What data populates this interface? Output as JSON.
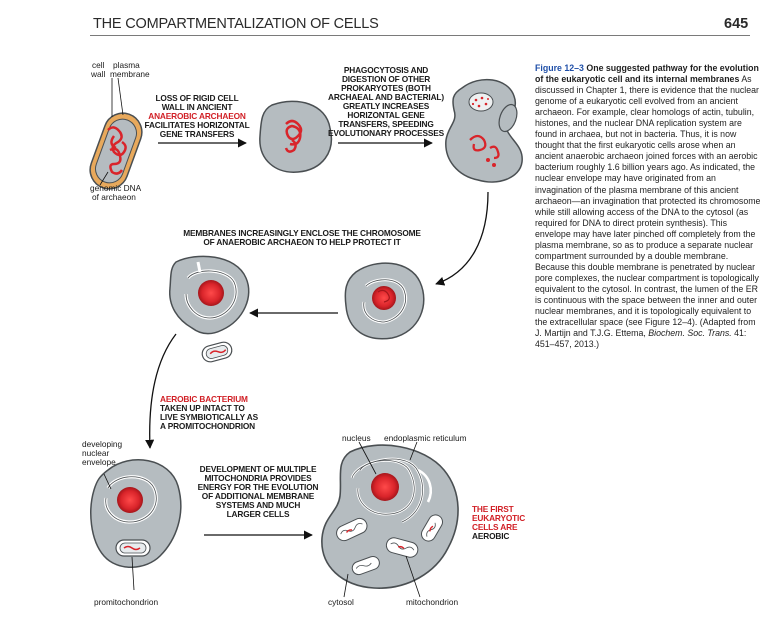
{
  "header": {
    "title": "THE COMPARTMENTALIZATION OF CELLS",
    "page_number": "645"
  },
  "figure": {
    "labels": {
      "cell_wall_1": "cell",
      "cell_wall_2": "wall",
      "plasma_membrane_1": "plasma",
      "plasma_membrane_2": "membrane",
      "genomic_dna_1": "genomic DNA",
      "genomic_dna_2": "of archaeon",
      "developing_1": "developing",
      "developing_2": "nuclear",
      "developing_3": "envelope",
      "nucleus": "nucleus",
      "er": "endoplasmic reticulum",
      "promitochondrion": "promitochondrion",
      "cytosol": "cytosol",
      "mitochondrion": "mitochondrion"
    },
    "captions": {
      "loss": [
        "LOSS OF RIGID CELL",
        "WALL IN ANCIENT",
        "ANAEROBIC ARCHAEON",
        "FACILITATES HORIZONTAL",
        "GENE TRANSFERS"
      ],
      "phago": [
        "PHAGOCYTOSIS AND",
        "DIGESTION OF OTHER",
        "PROKARYOTES (BOTH",
        "ARCHAEAL AND BACTERIAL)",
        "GREATLY INCREASES",
        "HORIZONTAL GENE",
        "TRANSFERS, SPEEDING",
        "EVOLUTIONARY PROCESSES"
      ],
      "membranes": [
        "MEMBRANES INCREASINGLY ENCLOSE THE CHROMOSOME",
        "OF ANAEROBIC ARCHAEON TO HELP PROTECT IT"
      ],
      "aerobic": [
        "AEROBIC BACTERIUM",
        "TAKEN UP INTACT TO",
        "LIVE SYMBIOTICALLY AS",
        "A PROMITOCHONDRION"
      ],
      "development": [
        "DEVELOPMENT OF MULTIPLE",
        "MITOCHONDRIA PROVIDES",
        "ENERGY FOR THE EVOLUTION",
        "OF ADDITIONAL MEMBRANE",
        "SYSTEMS AND MUCH",
        "LARGER CELLS"
      ],
      "first": [
        "THE FIRST",
        "EUKARYOTIC",
        "CELLS ARE",
        "AEROBIC"
      ]
    }
  },
  "caption_text": {
    "figure_label": "Figure 12–3",
    "title_blue": "One suggested pathway for the evolution of the eukaryotic cell and its internal membranes",
    "body_1": " As discussed in Chapter 1, there is evidence that the nuclear genome of a eukaryotic cell evolved from an ancient archaeon. For example, clear homologs of actin, tubulin, histones, and the nuclear DNA replication system are found in archaea, but not in bacteria. Thus, it is now thought that the first eukaryotic cells arose when an ancient anaerobic archaeon joined forces with an aerobic bacterium roughly 1.6 billion years ago. As indicated, the nuclear envelope may have originated from an invagination of the plasma membrane of this ancient archaeon—an invagination that protected its chromosome while still allowing access of the DNA to the cytosol (as required for DNA to direct protein synthesis). This envelope may have later pinched off completely from the plasma membrane, so as to produce a separate nuclear compartment surrounded by a double membrane. Because this double membrane is penetrated by nuclear pore complexes, the nuclear compartment is topologically equivalent to the cytosol. In contrast, the lumen of the ER is continuous with the space between the inner and outer nuclear membranes, and it is topologically equivalent to the extracellular space (see Figure 12–4). (Adapted from J. Martijn and T.J.G. Ettema, ",
    "journal": "Biochem. Soc. Trans.",
    "body_2": " 41: 451–457, 2013.)"
  },
  "colors": {
    "cell_fill": "#b5bcc0",
    "cell_stroke": "#4a4f52",
    "dna_red": "#d9242a",
    "caption_blue": "#1f4fa8",
    "label_red": "#d11f25",
    "archaeon_wall": "#e8a95c"
  }
}
